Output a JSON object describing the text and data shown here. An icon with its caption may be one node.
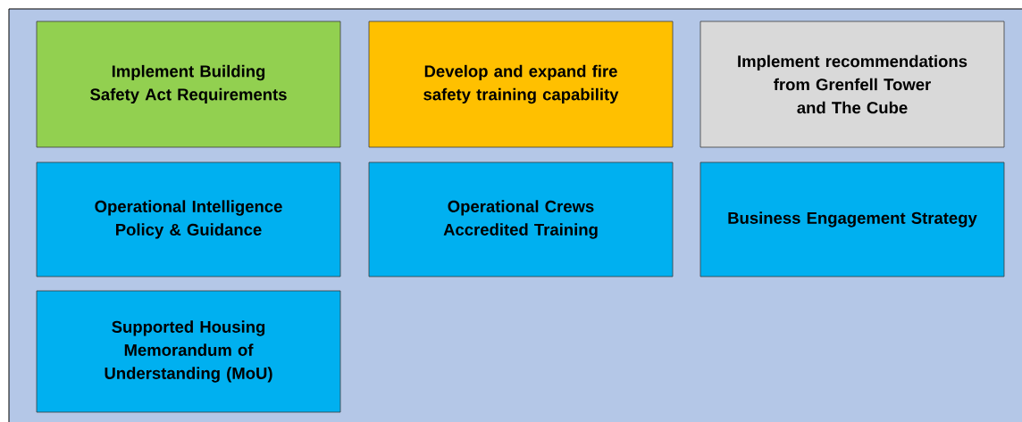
{
  "diagram": {
    "nodes": [
      {
        "text": [
          "Implement Building Safety Act Requirements"
        ]
      },
      {
        "text": [
          "Develop and expand fire safety training capability"
        ]
      },
      {
        "text": [
          "Implement recommendations from Grenfell Tower and The Cube"
        ]
      },
      {
        "text": [
          "Operational Intelligence Policy & Guidance"
        ]
      },
      {
        "text": [
          "Operational Crews Accredited Training"
        ]
      },
      {
        "text": [
          "Business Engagement Strategy"
        ]
      },
      {
        "text": [
          "Supported Housing Memorandum of Understanding (MoU)"
        ]
      }
    ]
  }
}
